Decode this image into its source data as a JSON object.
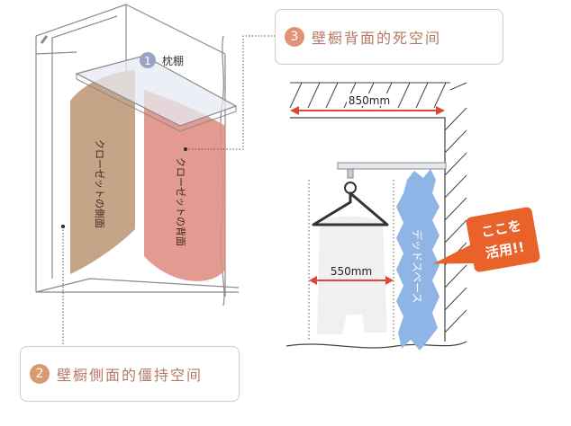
{
  "labels": {
    "shelf": "枕棚",
    "closet_side": "クローゼットの側面",
    "closet_back": "クローゼットの背面",
    "width_850": "850mm",
    "width_550": "550mm",
    "dead_space": "デッドスペース",
    "tip_line1": "ここを",
    "tip_line2": "活用!!"
  },
  "callouts": [
    {
      "number": "1",
      "text": "枕棚"
    },
    {
      "number": "3",
      "text": "壁橱背面的死空间"
    },
    {
      "number": "2",
      "text": "壁橱側面的僵持空间"
    }
  ],
  "colors": {
    "side_panel": "#bf9a7a",
    "back_panel": "#e08f84",
    "dead_space": "#8fb4e6",
    "tip_box": "#e8622a",
    "callout_text": "#b57862",
    "badge_1": "#9aa4c2",
    "badge_3": "#e4917a",
    "badge_2": "#d89a6e",
    "arrow": "#d9483b"
  }
}
